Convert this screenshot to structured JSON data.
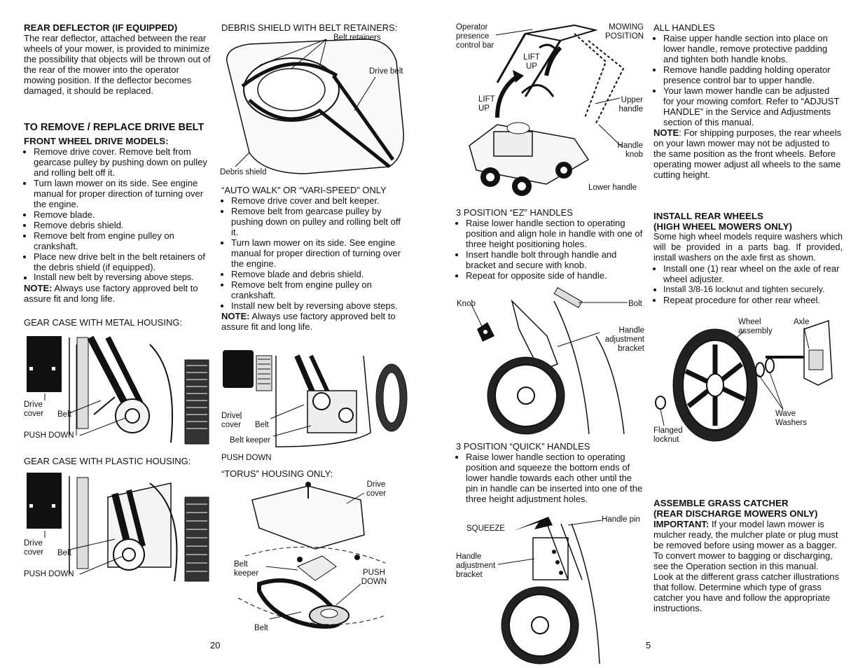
{
  "left_page": {
    "col1": {
      "rear_deflector_heading": "REAR DEFLECTOR (IF EQUIPPED)",
      "rear_deflector_text": "The rear deflector, attached between the rear wheels of your mower, is provided to minimize the possibility that objects will be thrown out of the rear of the mower into the operator mowing position.  If the deflector becomes damaged, it should be replaced.",
      "remove_belt_heading": "TO REMOVE / REPLACE DRIVE BELT",
      "front_wheel_heading": "FRONT WHEEL DRIVE MODELS:",
      "front_wheel_steps": [
        "Remove drive cover.  Remove belt from gearcase pulley by pushing down on pulley and rolling belt off it.",
        "Turn lawn mower on its side.  See engine manual for proper direction of turning over the engine.",
        "Remove blade.",
        "Remove debris shield.",
        "Remove belt from engine pulley on crankshaft.",
        "Place new drive belt in the belt retainers of the debris shield (if equipped).",
        "Install new belt by reversing above steps."
      ],
      "note_label": "NOTE:",
      "note_text": " Always use factory approved belt to assure fit and long life.",
      "metal_caption": "GEAR CASE WITH METAL HOUSING:",
      "metal_labels": {
        "drive_cover": "Drive cover",
        "belt": "Belt",
        "push_down": "PUSH DOWN"
      },
      "plastic_caption": "GEAR CASE  WITH PLASTIC HOUSING:",
      "plastic_labels": {
        "drive_cover": "Drive cover",
        "belt": "Belt",
        "push_down": "PUSH DOWN"
      }
    },
    "col2": {
      "debris_caption": "DEBRIS SHIELD  WITH BELT RETAINERS:",
      "debris_labels": {
        "belt_retainers": "Belt retainers",
        "drive_belt": "Drive belt",
        "debris_shield": "Debris shield"
      },
      "auto_walk_heading": "“AUTO WALK” OR “VARI-SPEED” ONLY",
      "auto_walk_steps": [
        "Remove drive cover and belt keeper.",
        "Remove belt from gearcase pulley by pushing down on pulley and rolling belt off it.",
        "Turn lawn mower on its side.  See engine manual for proper direction of turning over the engine.",
        "Remove blade and debris shield.",
        "Remove belt from engine pulley on crankshaft.",
        "Install new belt by reversing above steps."
      ],
      "note_label": "NOTE:",
      "note_text": " Always use factory approved belt to assure fit and long life.",
      "aw_labels": {
        "drive_cover": "Drive cover",
        "belt": "Belt",
        "belt_keeper": "Belt keeper",
        "push_down": "PUSH DOWN"
      },
      "torus_caption": "“TORUS” HOUSING ONLY:",
      "torus_labels": {
        "drive_cover": "Drive cover",
        "belt_keeper": "Belt keeper",
        "push_down": "PUSH DOWN",
        "belt": "Belt"
      }
    },
    "page_number": "20"
  },
  "right_page": {
    "col3": {
      "handle_labels": {
        "operator_bar": "Operator presence control bar",
        "mowing_position": "MOWING POSITION",
        "lift_up_1": "LIFT UP",
        "lift_up_2": "LIFT UP",
        "upper_handle": "Upper handle",
        "handle_knob": "Handle knob",
        "lower_handle": "Lower handle"
      },
      "ez_heading": "3 POSITION “EZ” HANDLES",
      "ez_steps": [
        "Raise lower handle section to operating position and align hole in handle with one of three height positioning holes.",
        "Insert handle bolt through handle and bracket and secure with knob.",
        "Repeat for opposite side of handle."
      ],
      "ez_labels": {
        "knob": "Knob",
        "bolt": "Bolt",
        "bracket": "Handle adjustment bracket"
      },
      "quick_heading": "3 POSITION “QUICK” HANDLES",
      "quick_steps": [
        "Raise lower handle section to operating position and squeeze the bottom ends of lower handle towards each other until the pin in handle can be inserted into one of the three height adjustment holes."
      ],
      "quick_labels": {
        "squeeze": "SQUEEZE",
        "handle_pin": "Handle pin",
        "bracket": "Handle adjustment bracket"
      }
    },
    "col4": {
      "all_handles_heading": "ALL HANDLES",
      "all_handles_steps": [
        "Raise upper handle section into place on lower handle, remove protective padding and tighten both handle knobs.",
        "Remove handle padding holding operator presence control bar to upper handle.",
        "Your lawn mower handle can be adjusted for your mowing comfort.  Refer to “ADJUST HANDLE” in the Service and Adjustments section of this manual."
      ],
      "note_label": "NOTE",
      "note_text": ":  For shipping purposes, the rear wheels on your lawn mower may not be adjusted to the same position as the front wheels.  Before operating mower adjust all wheels to the same cutting height.",
      "rear_wheels_heading_1": "INSTALL REAR WHEELS",
      "rear_wheels_heading_2": "(HIGH WHEEL MOWERS ONLY)",
      "rear_wheels_text": "Some high wheel models require washers which will be provided in a parts bag.  If provided, install washers on the axle first as shown.",
      "rear_wheels_steps": [
        "Install one (1) rear wheel on the axle of rear wheel adjuster.",
        "Install 3/8-16 locknut and tighten securely.",
        "Repeat procedure for other rear wheel."
      ],
      "wheel_labels": {
        "wheel_assembly": "Wheel assembly",
        "axle": "Axle",
        "wave_washers": "Wave Washers",
        "flanged_locknut": "Flanged locknut"
      },
      "catcher_heading_1": "ASSEMBLE GRASS CATCHER",
      "catcher_heading_2": "(REAR DISCHARGE MOWERS ONLY)",
      "important_label": "IMPORTANT:",
      "important_text": "  If your model lawn mower is mulcher ready, the mulcher plate or plug must be removed before using mower as a bagger. To convert mower to bagging or discharging, see the Operation section in this manual.",
      "catcher_text": "Look at the different grass catcher illustrations that follow.  Determine which type of grass catcher you have and follow the appropriate instructions."
    },
    "page_number": "5"
  }
}
